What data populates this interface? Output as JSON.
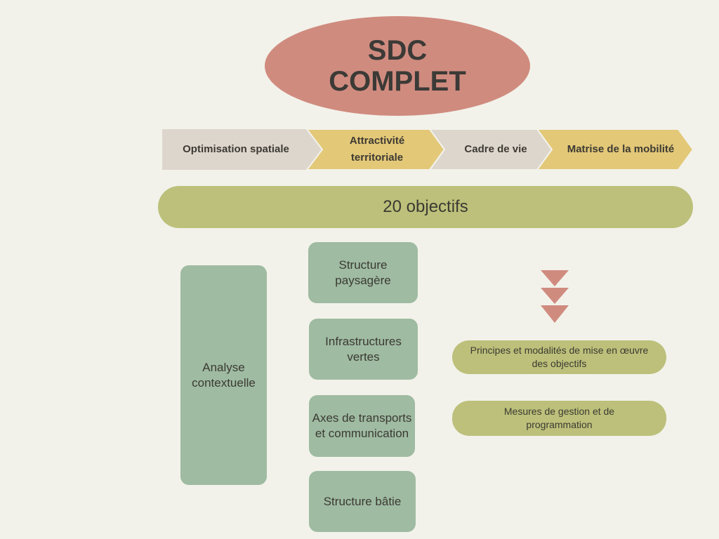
{
  "title": "SDC\nCOMPLET",
  "axes": [
    "Optimisation spatiale",
    "Attractivité territoriale",
    "Cadre de vie",
    "Matrise de la mobilité"
  ],
  "objectives": "20 objectifs",
  "analysis": "Analyse contextuelle",
  "components": [
    "Structure paysagère",
    "Infrastructures vertes",
    "Axes de transports et communication",
    "Structure bâtie"
  ],
  "outputs": [
    "Principes et modalités de mise en œuvre des objectifs",
    "Mesures de gestion et de programmation"
  ],
  "colors": {
    "background": "#f2f2ea",
    "title": "#d08b7f",
    "beige": "#ddd6cd",
    "yellow": "#e3c878",
    "olive": "#bcc07a",
    "sage": "#9fbba2"
  }
}
